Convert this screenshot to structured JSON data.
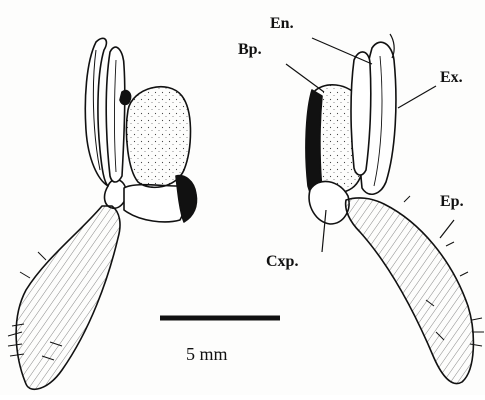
{
  "labels": {
    "en": "En.",
    "bp": "Bp.",
    "ex": "Ex.",
    "ep": "Ep.",
    "cxp": "Cxp."
  },
  "scale_bar": {
    "text": "5 mm"
  },
  "colors": {
    "ink": "#111111",
    "paper": "#fdfdfc"
  }
}
